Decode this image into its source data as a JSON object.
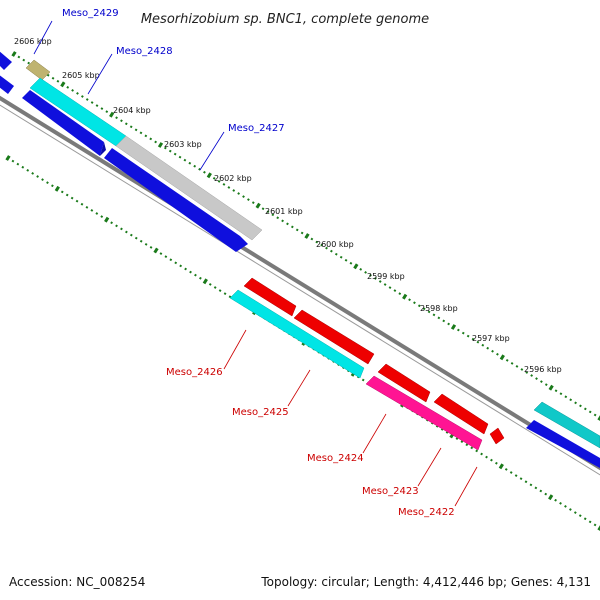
{
  "title": "Mesorhizobium sp. BNC1, complete genome",
  "footer": {
    "accession": "Accession: NC_008254",
    "summary": "Topology: circular; Length: 4,412,446 bp; Genes: 4,131"
  },
  "ticks": [
    "2606 kbp",
    "2605 kbp",
    "2604 kbp",
    "2603 kbp",
    "2602 kbp",
    "2601 kbp",
    "2600 kbp",
    "2599 kbp",
    "2598 kbp",
    "2597 kbp",
    "2596 kbp"
  ],
  "genes": [
    {
      "id": "Meso_2429",
      "strand": "forward",
      "color": "#0000cc",
      "fill": "#bfb370"
    },
    {
      "id": "Meso_2428",
      "strand": "forward",
      "color": "#0000cc",
      "fill": "#00e5e5"
    },
    {
      "id": "Meso_2427",
      "strand": "forward",
      "color": "#0000cc",
      "fill": "#c8c8c8"
    },
    {
      "id": "Meso_2426",
      "strand": "reverse",
      "color": "#cc0000",
      "fill": "#00e5e5"
    },
    {
      "id": "Meso_2425",
      "strand": "reverse",
      "color": "#cc0000",
      "fill": "#ee0000"
    },
    {
      "id": "Meso_2424",
      "strand": "reverse",
      "color": "#cc0000",
      "fill": "#ff1493"
    },
    {
      "id": "Meso_2423",
      "strand": "reverse",
      "color": "#cc0000",
      "fill": "#ee0000"
    },
    {
      "id": "Meso_2422",
      "strand": "reverse",
      "color": "#cc0000",
      "fill": "#ee0000"
    }
  ],
  "colors": {
    "backbone": "#808080",
    "tick_mark": "#1a7a1a",
    "cds_blue": "#0000dd",
    "forward_label": "#0000cc",
    "reverse_label": "#cc0000"
  }
}
